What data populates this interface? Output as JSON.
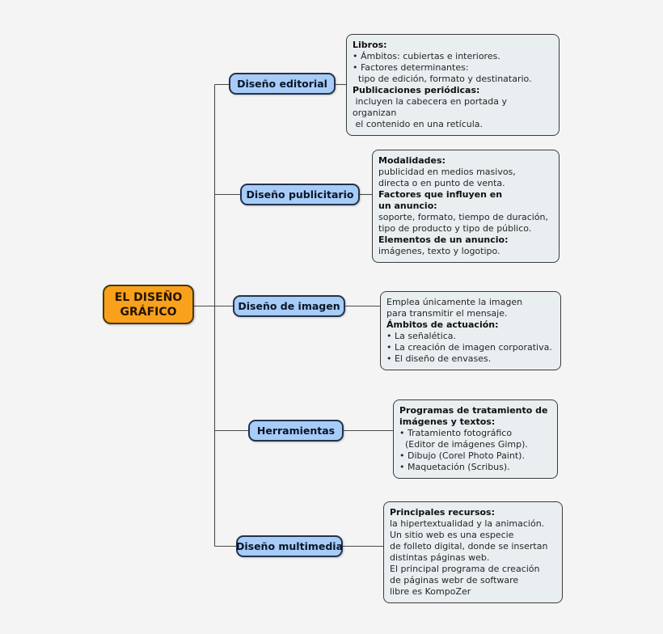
{
  "root": {
    "label": "EL DISEÑO GRÁFICO"
  },
  "branches": [
    {
      "label": "Diseño editorial",
      "details": [
        {
          "text": "Libros:",
          "bold": true
        },
        {
          "text": "• Ámbitos: cubiertas e interiores.",
          "bold": false
        },
        {
          "text": "• Factores determinantes:",
          "bold": false
        },
        {
          "text": "  tipo de edición, formato y destinatario.",
          "bold": false
        },
        {
          "text": "Publicaciones periódicas:",
          "bold": true
        },
        {
          "text": " incluyen la cabecera en portada y organizan",
          "bold": false
        },
        {
          "text": " el contenido en una retícula.",
          "bold": false
        }
      ]
    },
    {
      "label": "Diseño publicitario",
      "details": [
        {
          "text": "Modalidades:",
          "bold": true
        },
        {
          "text": "publicidad en medios masivos,",
          "bold": false
        },
        {
          "text": "directa o en punto de venta.",
          "bold": false
        },
        {
          "text": "Factores que influyen en",
          "bold": true
        },
        {
          "text": "un anuncio:",
          "bold": true
        },
        {
          "text": "soporte, formato, tiempo de duración,",
          "bold": false
        },
        {
          "text": "tipo de producto y tipo de público.",
          "bold": false
        },
        {
          "text": "Elementos de un anuncio:",
          "bold": true
        },
        {
          "text": "imágenes, texto y logotipo.",
          "bold": false
        }
      ]
    },
    {
      "label": "Diseño de imagen",
      "details": [
        {
          "text": "Emplea únicamente la imagen",
          "bold": false
        },
        {
          "text": "para transmitir el mensaje.",
          "bold": false
        },
        {
          "text": "Ámbitos de actuación:",
          "bold": true
        },
        {
          "text": "• La señalética.",
          "bold": false
        },
        {
          "text": "• La creación de imagen corporativa.",
          "bold": false
        },
        {
          "text": "• El diseño de envases.",
          "bold": false
        }
      ]
    },
    {
      "label": "Herramientas",
      "details": [
        {
          "text": "Programas de tratamiento de",
          "bold": true
        },
        {
          "text": "imágenes y textos:",
          "bold": true
        },
        {
          "text": "• Tratamiento fotográfico",
          "bold": false
        },
        {
          "text": "  (Editor de imágenes Gimp).",
          "bold": false
        },
        {
          "text": "• Dibujo (Corel Photo Paint).",
          "bold": false
        },
        {
          "text": "• Maquetación (Scribus).",
          "bold": false
        }
      ]
    },
    {
      "label": "Diseño multimedia",
      "details": [
        {
          "text": "Principales recursos:",
          "bold": true
        },
        {
          "text": "la hipertextualidad y la animación.",
          "bold": false
        },
        {
          "text": "Un sitio web es una especie",
          "bold": false
        },
        {
          "text": "de folleto digital, donde se insertan",
          "bold": false
        },
        {
          "text": "distintas páginas web.",
          "bold": false
        },
        {
          "text": "El principal programa de creación",
          "bold": false
        },
        {
          "text": "de páginas webr de software",
          "bold": false
        },
        {
          "text": "libre es KompoZer",
          "bold": false
        }
      ]
    }
  ],
  "colors": {
    "background": "#f4f4f4",
    "root_fill": "#f9a11b",
    "root_border": "#4a3a10",
    "node_fill": "#a6ccf7",
    "node_border": "#23324e",
    "box_fill": "#e9eef1",
    "box_border": "#3c3c3c",
    "connector": "#4a4a4a"
  }
}
